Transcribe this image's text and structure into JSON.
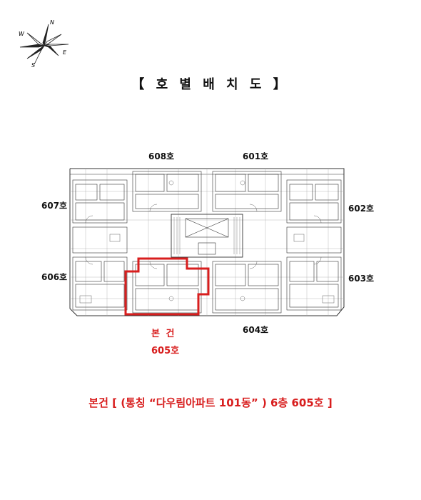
{
  "compass": {
    "north": "N",
    "south": "S",
    "east": "E",
    "west": "W"
  },
  "title": "【 호 별 배 치 도 】",
  "units": {
    "u601": "601호",
    "u602": "602호",
    "u603": "603호",
    "u604": "604호",
    "u605": "605호",
    "u606": "606호",
    "u607": "607호",
    "u608": "608호"
  },
  "subject_label": "본 건",
  "caption": "본건 [ (통칭 “다우림아파트 101동” ) 6층 605호 ]",
  "colors": {
    "highlight": "#d81e1e",
    "lines": "#333333"
  }
}
